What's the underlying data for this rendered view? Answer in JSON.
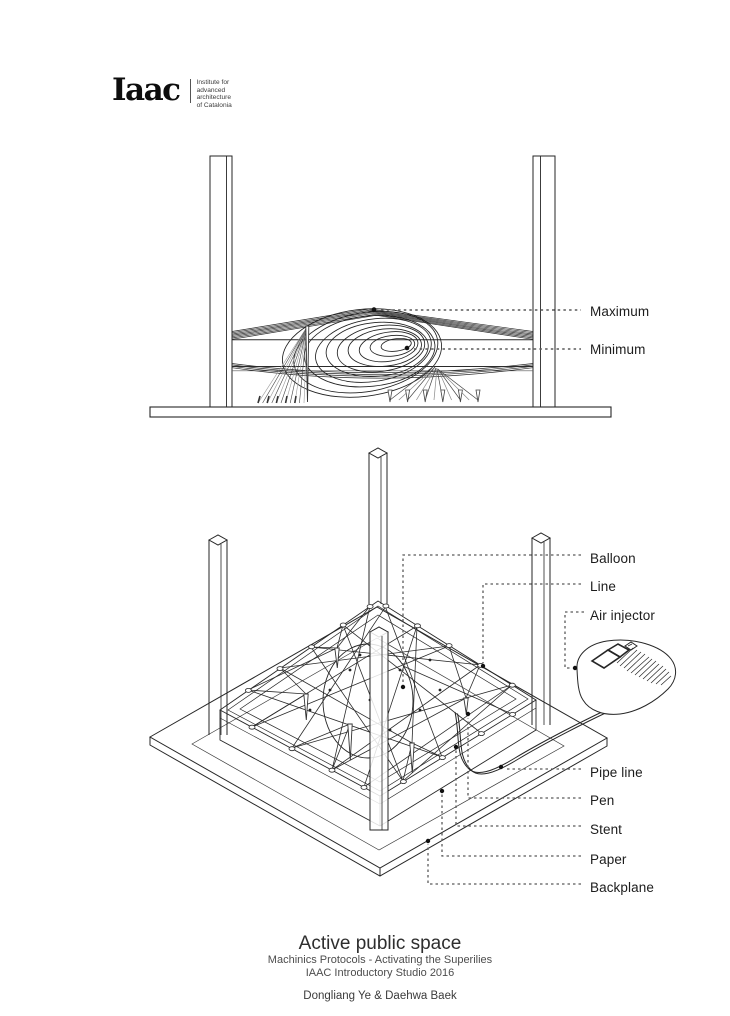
{
  "logo": {
    "wordmark": "Iaac",
    "tagline_lines": [
      "Institute for",
      "advanced",
      "architecture",
      "of Catalonia"
    ]
  },
  "top_diagram": {
    "labels": [
      {
        "id": "maximum",
        "text": "Maximum"
      },
      {
        "id": "minimum",
        "text": "Minimum"
      }
    ]
  },
  "bottom_diagram": {
    "labels": [
      {
        "id": "balloon",
        "text": "Balloon"
      },
      {
        "id": "line",
        "text": "Line"
      },
      {
        "id": "air-injector",
        "text": "Air injector"
      },
      {
        "id": "pipe-line",
        "text": "Pipe line"
      },
      {
        "id": "pen",
        "text": "Pen"
      },
      {
        "id": "stent",
        "text": "Stent"
      },
      {
        "id": "paper",
        "text": "Paper"
      },
      {
        "id": "backplane",
        "text": "Backplane"
      }
    ]
  },
  "footer": {
    "title": "Active public space",
    "subtitle": "Machinics Protocols - Activating the Superilies",
    "studio": "IAAC Introductory Studio 2016",
    "credits": "Dongliang Ye & Daehwa Baek"
  },
  "colors": {
    "ink": "#1f1f1f",
    "leader": "#5a5a5a",
    "subtitle_text": "#4d4d4d",
    "background": "#ffffff"
  }
}
